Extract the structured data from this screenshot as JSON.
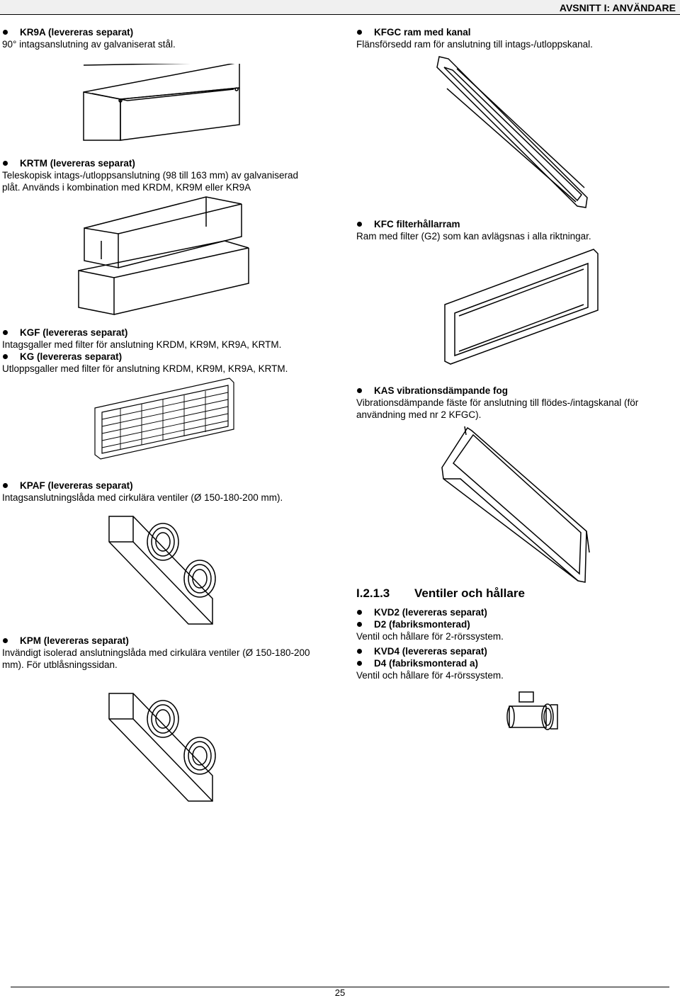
{
  "header": {
    "section": "AVSNITT I: ANVÄNDARE"
  },
  "items": [
    {
      "title": "KR9A (levereras separat)",
      "desc": "90° intagsanslutning av galvaniserat stål."
    },
    {
      "title": "KFGC ram med kanal",
      "desc": "Flänsförsedd ram för anslutning till intags-/utloppskanal."
    },
    {
      "title": "KRTM (levereras separat)",
      "desc": "Teleskopisk intags-/utloppsanslutning (98 till 163 mm) av galvaniserad plåt. Används i kombination med KRDM, KR9M eller KR9A"
    },
    {
      "title": "KFC filterhållarram",
      "desc": "Ram med filter (G2) som kan avlägsnas i alla riktningar."
    },
    {
      "title": "KGF (levereras separat)",
      "desc": "Intagsgaller med filter för anslutning KRDM, KR9M, KR9A, KRTM."
    },
    {
      "title": "KG (levereras separat)",
      "desc": "Utloppsgaller med filter för anslutning KRDM, KR9M, KR9A, KRTM."
    },
    {
      "title": "KAS vibrationsdämpande fog",
      "desc": "Vibrationsdämpande fäste för anslutning till flödes-/intagskanal (för användning med nr 2 KFGC)."
    },
    {
      "title": "KPAF (levereras separat)",
      "desc": "Intagsanslutningslåda med cirkulära ventiler (Ø 150-180-200 mm)."
    },
    {
      "title": "KPM (levereras separat)",
      "desc": "Invändigt isolerad anslutningslåda med cirkulära ventiler (Ø 150-180-200 mm). För utblåsningssidan."
    }
  ],
  "section": {
    "number": "I.2.1.3",
    "title": "Ventiler och hållare",
    "items": [
      {
        "title": "KVD2 (levereras separat)"
      },
      {
        "title": "D2 (fabriksmonterad)",
        "desc": "Ventil och hållare för 2-rörssystem."
      },
      {
        "title": "KVD4 (levereras separat)"
      },
      {
        "title": "D4 (fabriksmonterad a)",
        "desc": "Ventil och hållare för 4-rörssystem."
      }
    ]
  },
  "footer": {
    "page_number": "25"
  }
}
